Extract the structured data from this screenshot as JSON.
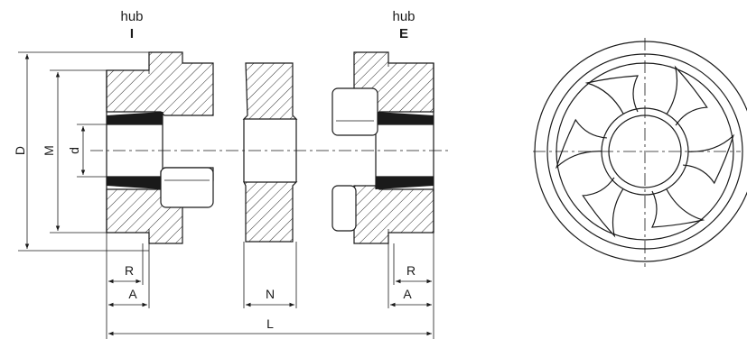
{
  "labels": {
    "hub_left_name": "hub",
    "hub_left_id": "I",
    "hub_right_name": "hub",
    "hub_right_id": "E",
    "dim_D": "D",
    "dim_M": "M",
    "dim_d": "d",
    "dim_R_left": "R",
    "dim_A_left": "A",
    "dim_N": "N",
    "dim_R_right": "R",
    "dim_A_right": "A",
    "dim_L": "L"
  }
}
